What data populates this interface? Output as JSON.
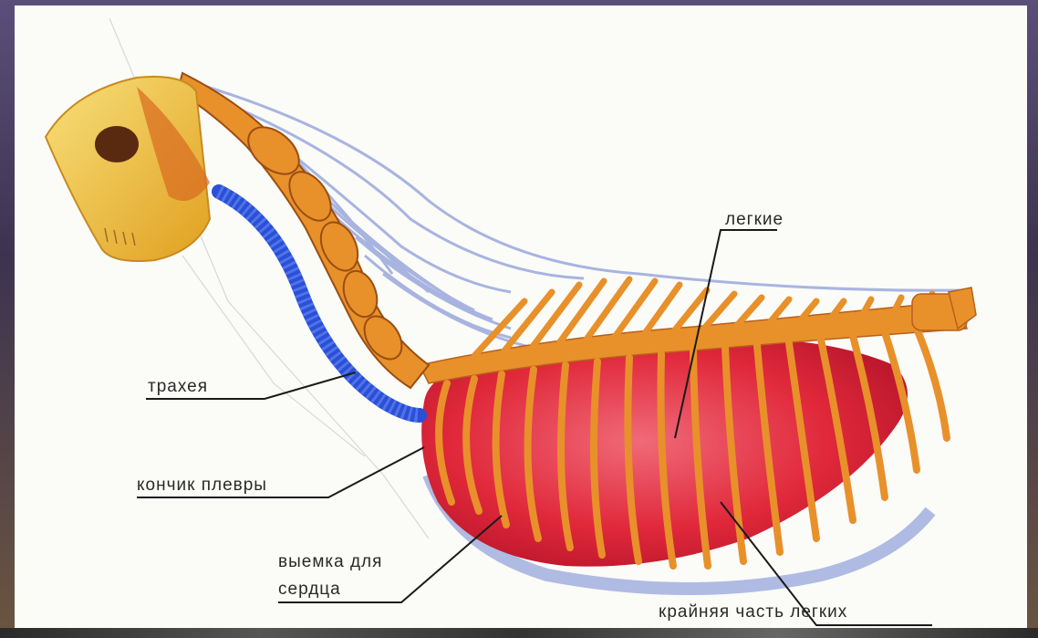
{
  "labels": {
    "lungs": "легкие",
    "trachea": "трахея",
    "pleura_tip": "кончик плевры",
    "heart_notch_line1": "выемка для",
    "heart_notch_line2": "сердца",
    "lung_edge": "крайняя часть легких"
  },
  "colors": {
    "bone": "#e8902a",
    "bone_light": "#f4c070",
    "lung": "#e0283a",
    "trachea": "#2a4fd8",
    "ligament": "#8f9fd8",
    "skull": "#f0c84a"
  }
}
